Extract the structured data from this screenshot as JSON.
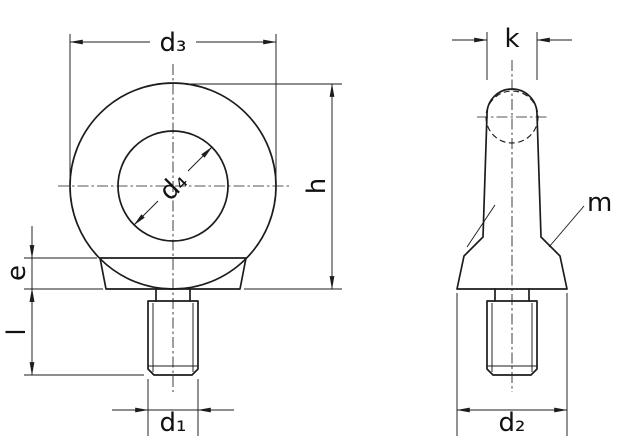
{
  "drawing": {
    "colors": {
      "line": "#1c1c1c",
      "background": "#ffffff"
    },
    "labels": {
      "d1": "d₁",
      "d2": "d₂",
      "d3": "d₃",
      "d4": "d₄",
      "h": "h",
      "e": "e",
      "l": "l",
      "k": "k",
      "m": "m"
    }
  }
}
